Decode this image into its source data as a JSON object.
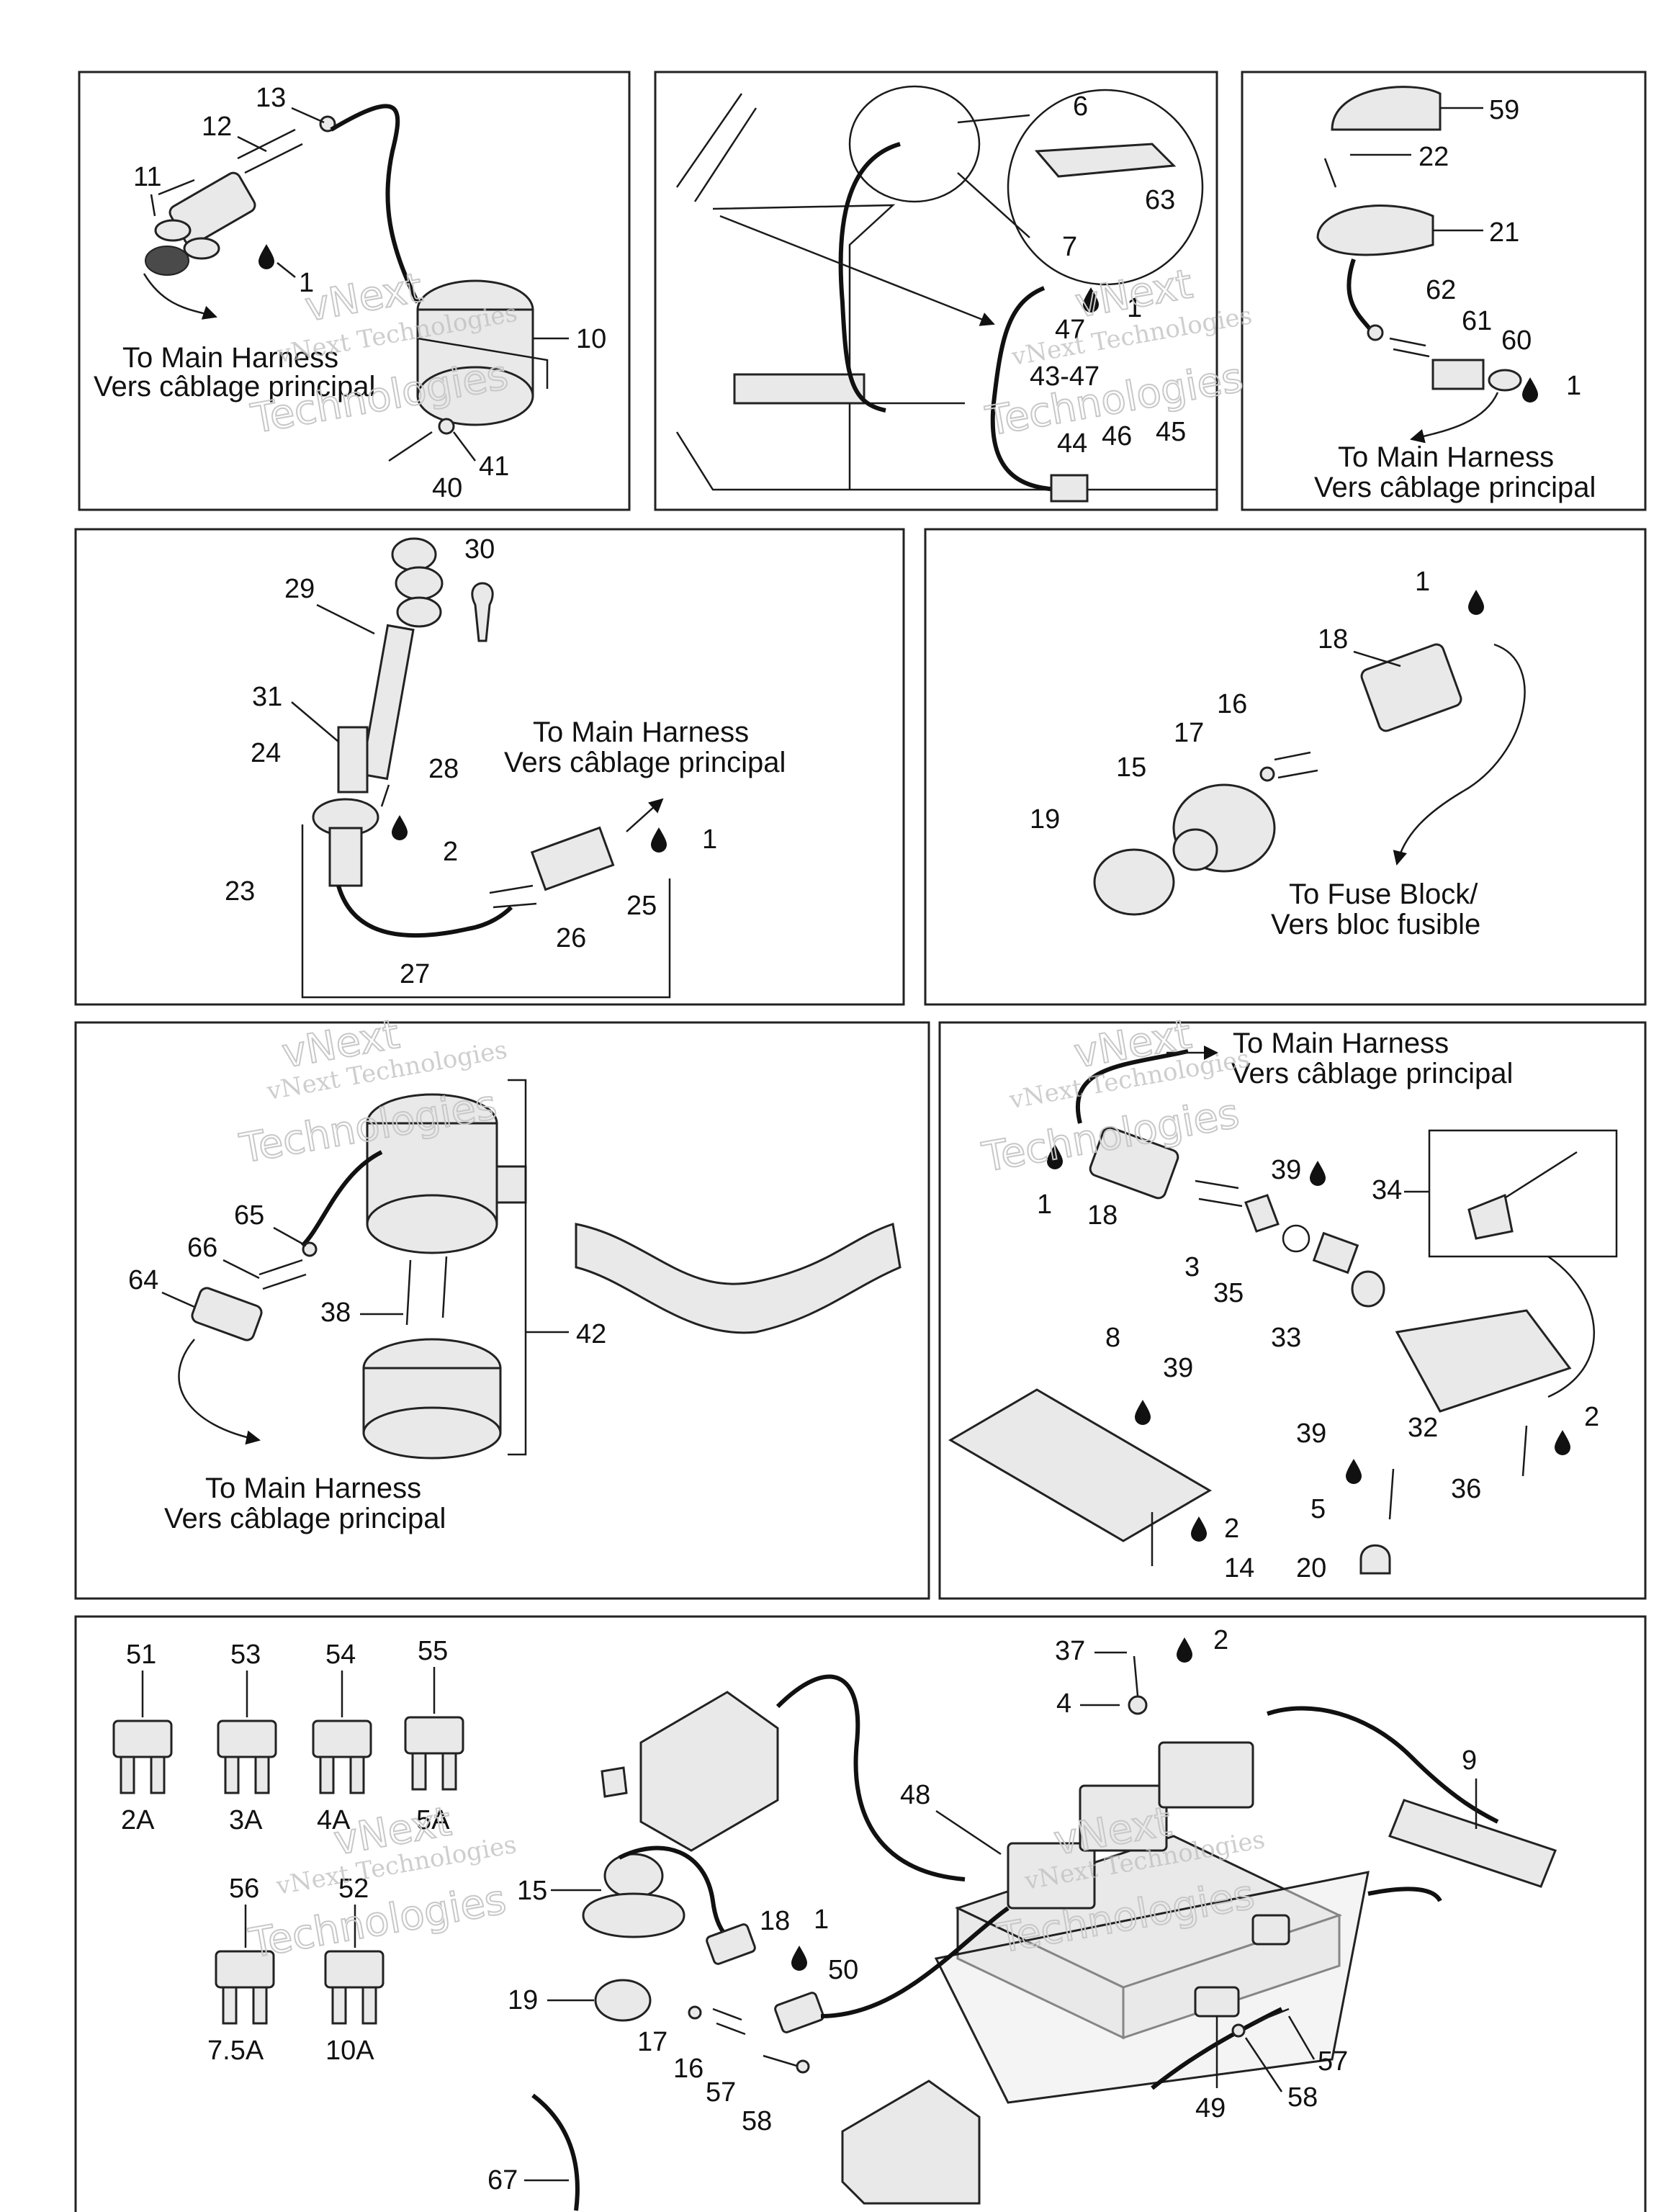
{
  "harness_labels": {
    "to_main_harness": "To Main Harness",
    "vers_cablage": "Vers câblage principal",
    "to_fuse_block": "To Fuse Block/",
    "vers_bloc_fusible": "Vers bloc fusible"
  },
  "watermark": {
    "line1": "vNext",
    "line2": "vNext Technologies",
    "line3": "Technologies"
  },
  "drop_icon": "grease-drop-icon",
  "panel1": {
    "callouts": [
      "13",
      "12",
      "11",
      "1",
      "10",
      "41",
      "40"
    ]
  },
  "panel2": {
    "callouts": [
      "6",
      "63",
      "7",
      "1",
      "47",
      "43-47",
      "44",
      "46",
      "45"
    ]
  },
  "panel3": {
    "callouts": [
      "59",
      "22",
      "21",
      "62",
      "61",
      "60",
      "1"
    ]
  },
  "panel4": {
    "callouts": [
      "30",
      "29",
      "31",
      "24",
      "28",
      "2",
      "1",
      "23",
      "25",
      "26",
      "27"
    ]
  },
  "panel5": {
    "callouts": [
      "1",
      "18",
      "16",
      "17",
      "15",
      "19"
    ]
  },
  "panel6": {
    "callouts": [
      "65",
      "66",
      "64",
      "38",
      "42"
    ]
  },
  "panel7": {
    "callouts": [
      "1",
      "18",
      "39",
      "34",
      "3",
      "35",
      "33",
      "8",
      "39",
      "32",
      "2",
      "39",
      "5",
      "36",
      "2",
      "14",
      "20"
    ]
  },
  "panel8": {
    "callouts": [
      "37",
      "2",
      "4",
      "9",
      "48",
      "15",
      "18",
      "1",
      "50",
      "19",
      "17",
      "16",
      "57",
      "58",
      "57",
      "58",
      "49",
      "67"
    ],
    "fuses": [
      {
        "id": "51",
        "rating": "2A"
      },
      {
        "id": "53",
        "rating": "3A"
      },
      {
        "id": "54",
        "rating": "4A"
      },
      {
        "id": "55",
        "rating": "5A"
      },
      {
        "id": "56",
        "rating": "7.5A"
      },
      {
        "id": "52",
        "rating": "10A"
      }
    ]
  }
}
